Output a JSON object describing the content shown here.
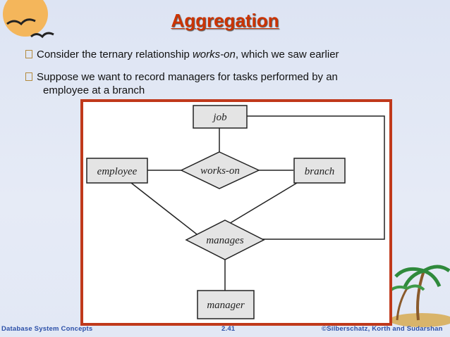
{
  "slide": {
    "title": "Aggregation",
    "bullets": [
      {
        "text_pre": "Consider the ternary relationship ",
        "text_em": "works-on",
        "text_post": ", which we saw earlier"
      },
      {
        "line1": "Suppose we want to record managers for tasks performed by an",
        "line2": "employee at a branch"
      }
    ]
  },
  "diagram": {
    "entities": {
      "job": "job",
      "employee": "employee",
      "branch": "branch",
      "manager": "manager"
    },
    "relationships": {
      "works_on": "works-on",
      "manages": "manages"
    }
  },
  "footer": {
    "left": "Database System Concepts",
    "center": "2.41",
    "right": "©Silberschatz, Korth and Sudarshan"
  },
  "colors": {
    "title": "#cc3300",
    "frame": "#c0391b",
    "entity_fill": "#e4e4e4",
    "footer": "#2b4fa8"
  }
}
